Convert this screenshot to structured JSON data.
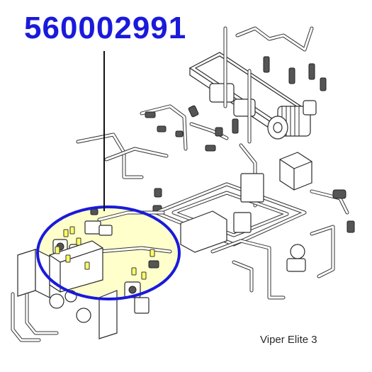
{
  "header": {
    "part_number": "560002991"
  },
  "footer": {
    "model_label": "Viper Elite 3"
  },
  "colors": {
    "part_number_text": "#1a1adb",
    "highlight_outline": "#1a1adb",
    "highlight_fill": "#ffffcc",
    "fitting_brass": "#ffff66",
    "line_art": "#2a2a2a"
  },
  "callout": {
    "target": "solenoid-valve-cluster"
  }
}
